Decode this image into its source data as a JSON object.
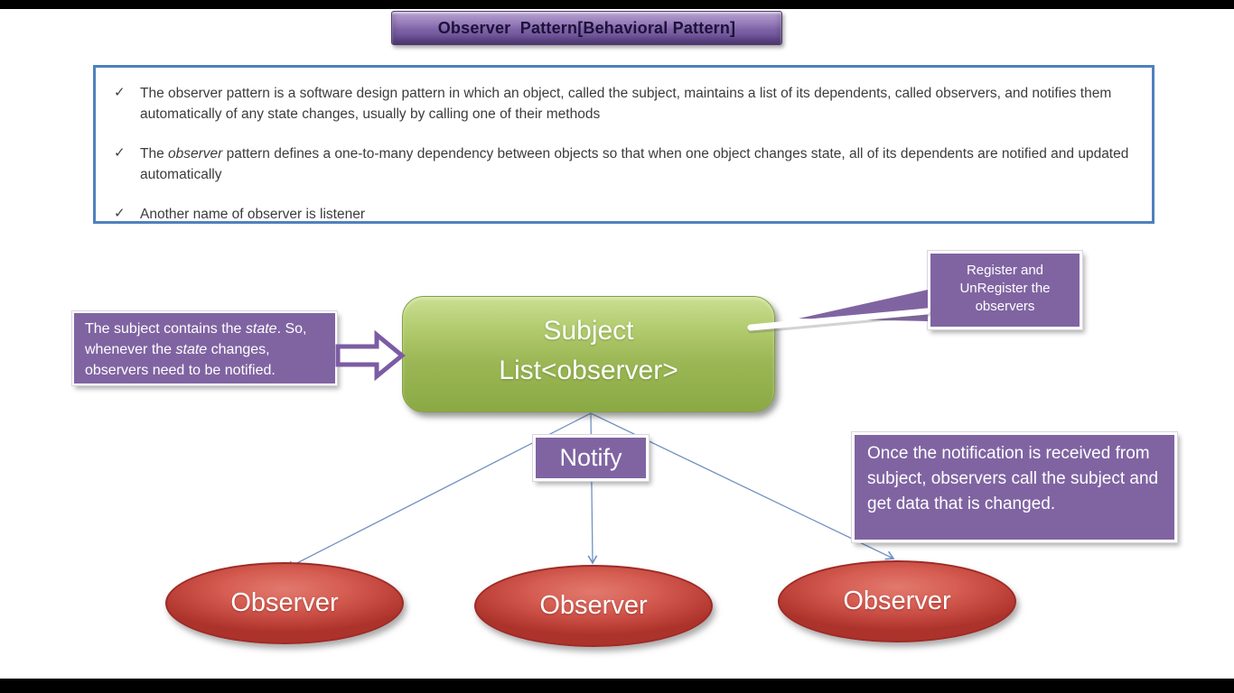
{
  "colors": {
    "accent_purple": "#8064A2",
    "accent_green": "#9BBB59",
    "accent_red": "#C0504D",
    "info_border_blue": "#4F81BD",
    "connector_blue": "#7191C2"
  },
  "banner": {
    "title": "Observer  Pattern[Behavioral Pattern]"
  },
  "info": {
    "check": "✓",
    "b1": "The observer pattern is a software design pattern in which an object, called the subject, maintains a list of its dependents, called observers, and notifies them automatically of any state changes, usually by calling one of their methods",
    "b2_pre": "The ",
    "b2_it": "observer",
    "b2_post": " pattern defines a one-to-many dependency between objects so that when one object changes state, all of its dependents are notified and updated automatically",
    "b3": "Another name of observer is listener"
  },
  "callout_left": {
    "p1": "The subject contains the ",
    "i1": "state",
    "p2": ". So, whenever the ",
    "i2": "state",
    "p3": " changes, observers need to be notified."
  },
  "callout_register": {
    "text": "Register and UnRegister the observers"
  },
  "subject": {
    "line1": "Subject",
    "line2": "List<observer>"
  },
  "notify": {
    "label": "Notify"
  },
  "callout_once": {
    "text": "Once the notification is received from subject, observers call the subject and get data that is changed."
  },
  "observers": [
    "Observer",
    "Observer",
    "Observer"
  ]
}
